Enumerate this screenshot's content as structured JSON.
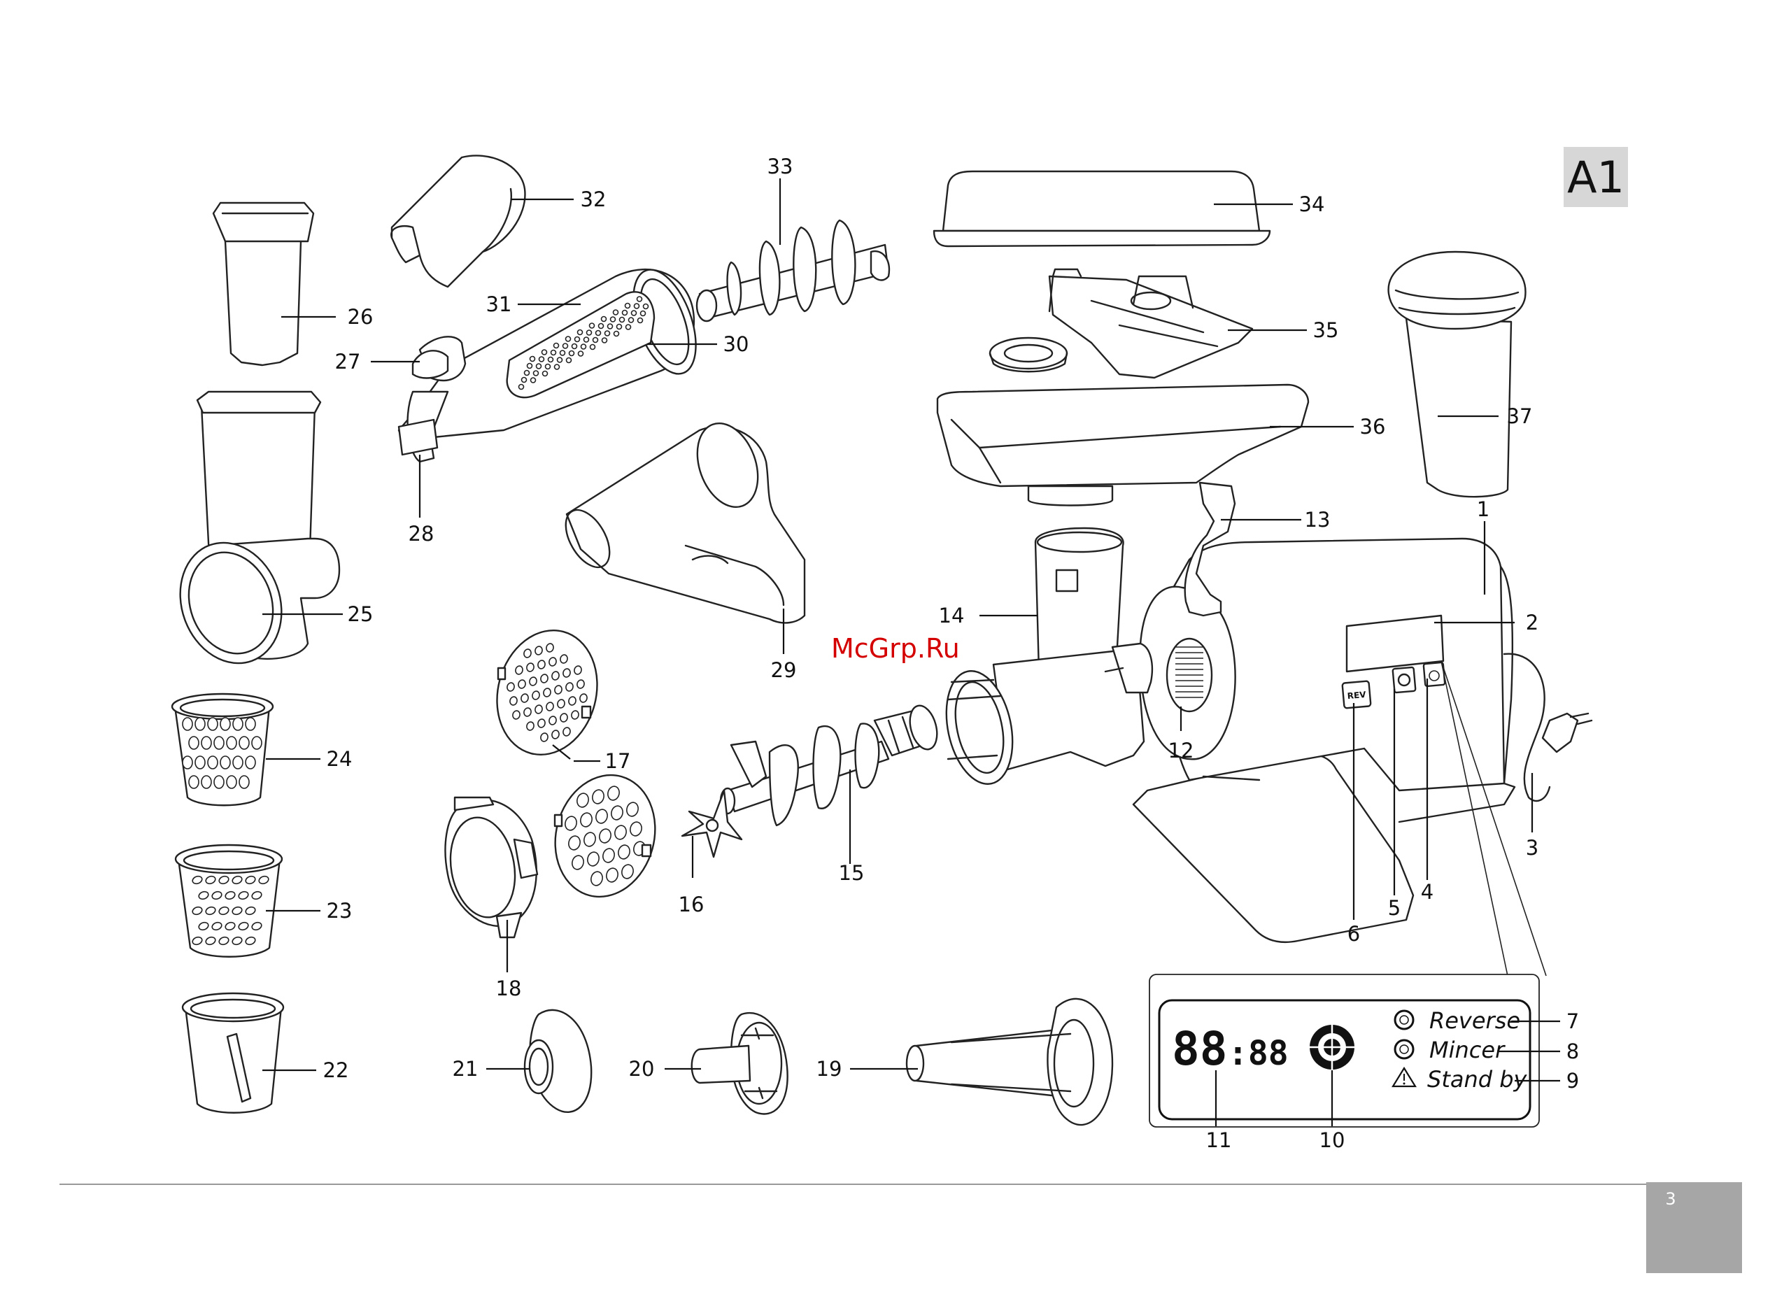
{
  "page": {
    "section_label": "A1",
    "page_number": "3",
    "watermark": "McGrp.Ru"
  },
  "display_panel": {
    "time_readout_big": "88",
    "time_readout_small": ":88",
    "indicators": [
      {
        "label": "Reverse",
        "icon": "ring-icon"
      },
      {
        "label": "Mincer",
        "icon": "ring-icon"
      },
      {
        "label": "Stand by",
        "icon": "warning-triangle-icon"
      }
    ]
  },
  "control_button": {
    "label": "REV"
  },
  "callouts": [
    "1",
    "2",
    "3",
    "4",
    "5",
    "6",
    "7",
    "8",
    "9",
    "10",
    "11",
    "12",
    "13",
    "14",
    "15",
    "16",
    "17",
    "18",
    "19",
    "20",
    "21",
    "22",
    "23",
    "24",
    "25",
    "26",
    "27",
    "28",
    "29",
    "30",
    "31",
    "32",
    "33",
    "34",
    "35",
    "36",
    "37"
  ],
  "colors": {
    "watermark": "#d40000",
    "section_box": "#d7d7d7",
    "page_box": "#a6a6a6"
  }
}
